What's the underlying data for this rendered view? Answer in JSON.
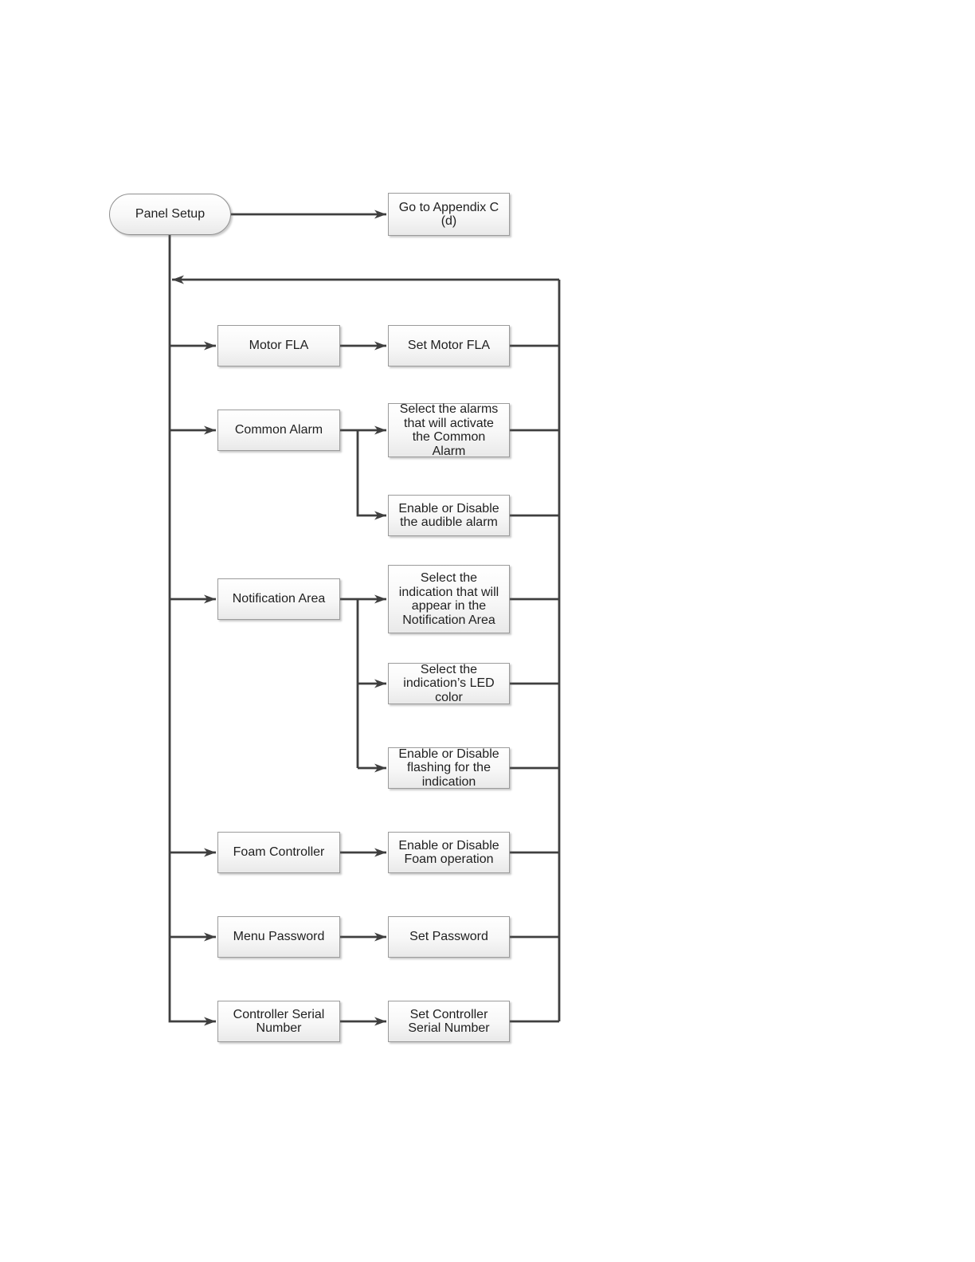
{
  "diagram": {
    "background_color": "#ffffff",
    "line_color": "#3f3f3f",
    "box_border_color": "#9b9b9b",
    "box_fill_top": "#ffffff",
    "box_fill_bottom": "#e9e9e9",
    "text_color": "#1f1f1f",
    "nodes": [
      {
        "id": "panel-setup",
        "shape": "terminator",
        "label": "Panel Setup"
      },
      {
        "id": "go-to-appendix",
        "shape": "process",
        "label": "Go to Appendix C\n(d)"
      },
      {
        "id": "motor-fla",
        "shape": "process",
        "label": "Motor FLA"
      },
      {
        "id": "set-motor-fla",
        "shape": "process",
        "label": "Set Motor FLA"
      },
      {
        "id": "common-alarm",
        "shape": "process",
        "label": "Common Alarm"
      },
      {
        "id": "select-alarms",
        "shape": "process",
        "label": "Select the alarms\nthat will activate\nthe Common\nAlarm"
      },
      {
        "id": "audible-alarm",
        "shape": "process",
        "label": "Enable or Disable\nthe audible alarm"
      },
      {
        "id": "notification-area",
        "shape": "process",
        "label": "Notification Area"
      },
      {
        "id": "select-indication",
        "shape": "process",
        "label": "Select the\nindication that will\nappear in the\nNotification Area"
      },
      {
        "id": "led-color",
        "shape": "process",
        "label": "Select the\nindication’s LED\ncolor"
      },
      {
        "id": "flashing",
        "shape": "process",
        "label": "Enable or Disable\nflashing for the\nindication"
      },
      {
        "id": "foam-controller",
        "shape": "process",
        "label": "Foam Controller"
      },
      {
        "id": "foam-operation",
        "shape": "process",
        "label": "Enable or Disable\nFoam operation"
      },
      {
        "id": "menu-password",
        "shape": "process",
        "label": "Menu Password"
      },
      {
        "id": "set-password",
        "shape": "process",
        "label": "Set Password"
      },
      {
        "id": "controller-serial",
        "shape": "process",
        "label": "Controller Serial\nNumber"
      },
      {
        "id": "set-controller-serial",
        "shape": "process",
        "label": "Set Controller\nSerial Number"
      }
    ],
    "edges": [
      {
        "from": "panel-setup",
        "to": "go-to-appendix"
      },
      {
        "from": "panel-setup",
        "to": "motor-fla"
      },
      {
        "from": "panel-setup",
        "to": "common-alarm"
      },
      {
        "from": "panel-setup",
        "to": "notification-area"
      },
      {
        "from": "panel-setup",
        "to": "foam-controller"
      },
      {
        "from": "panel-setup",
        "to": "menu-password"
      },
      {
        "from": "panel-setup",
        "to": "controller-serial"
      },
      {
        "from": "motor-fla",
        "to": "set-motor-fla"
      },
      {
        "from": "common-alarm",
        "to": "select-alarms"
      },
      {
        "from": "common-alarm",
        "to": "audible-alarm"
      },
      {
        "from": "notification-area",
        "to": "select-indication"
      },
      {
        "from": "notification-area",
        "to": "led-color"
      },
      {
        "from": "notification-area",
        "to": "flashing"
      },
      {
        "from": "foam-controller",
        "to": "foam-operation"
      },
      {
        "from": "menu-password",
        "to": "set-password"
      },
      {
        "from": "controller-serial",
        "to": "set-controller-serial"
      },
      {
        "from": "set-motor-fla",
        "to": "panel-setup"
      },
      {
        "from": "select-alarms",
        "to": "panel-setup"
      },
      {
        "from": "audible-alarm",
        "to": "panel-setup"
      },
      {
        "from": "select-indication",
        "to": "panel-setup"
      },
      {
        "from": "led-color",
        "to": "panel-setup"
      },
      {
        "from": "flashing",
        "to": "panel-setup"
      },
      {
        "from": "foam-operation",
        "to": "panel-setup"
      },
      {
        "from": "set-password",
        "to": "panel-setup"
      },
      {
        "from": "set-controller-serial",
        "to": "panel-setup"
      }
    ]
  }
}
